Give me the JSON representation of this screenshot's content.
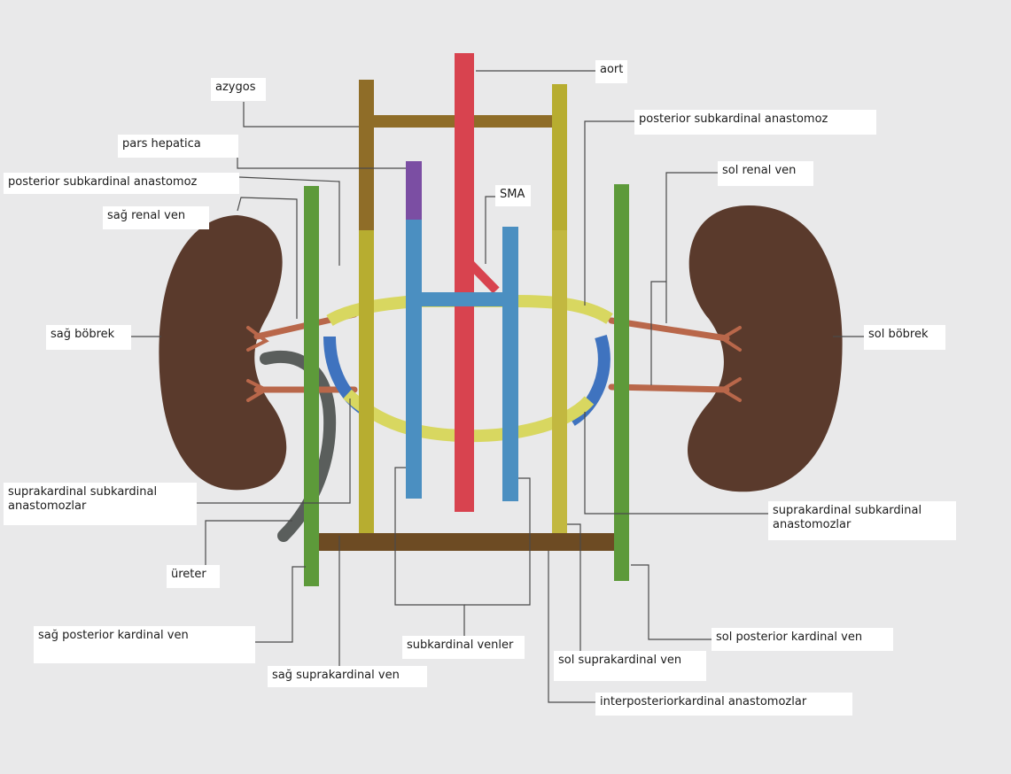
{
  "labels": {
    "aort": "aort",
    "azygos": "azygos",
    "pars_hepatica": "pars hepatica",
    "post_subkardinal_anastomoz_right": "posterior subkardinal anastomoz",
    "post_subkardinal_anastomoz_left": "posterior subkardinal anastomoz",
    "sag_renal_ven": "sağ renal ven",
    "sol_renal_ven": "sol renal ven",
    "sma": "SMA",
    "sag_bobrek": "sağ böbrek",
    "sol_bobrek": "sol böbrek",
    "supra_subkardinal_anastomozlar_right": "suprakardinal subkardinal anastomozlar",
    "supra_subkardinal_anastomozlar_left": "suprakardinal subkardinal anastomozlar",
    "ureter": "üreter",
    "sag_posterior_kardinal_ven": "sağ posterior kardinal ven",
    "sol_posterior_kardinal_ven": "sol posterior kardinal ven",
    "subkardinal_venler": "subkardinal venler",
    "sag_suprakardinal_ven": "sağ suprakardinal ven",
    "sol_suprakardinal_ven": "sol suprakardinal ven",
    "interposteriorkardinal_anastomozlar": "interposteriorkardinal anastomozlar"
  },
  "colors": {
    "background": "#e9e9ea",
    "kidney": "#5a3a2c",
    "renal_vessel": "#b9674a",
    "aorta": "#d8434f",
    "subcardinal": "#4b8fc1",
    "pars_hepatica": "#7b4ea3",
    "supracardinal": "#b7ad30",
    "posterior_cardinal": "#5d9a3a",
    "azygos": "#8f6d28",
    "anastomosis_yellow": "#d8d760",
    "anastomosis_blue": "#3f73bf",
    "ureter": "#5a5e5c",
    "interposterior": "#6d4b23",
    "leader_line": "#4a4a4a"
  }
}
